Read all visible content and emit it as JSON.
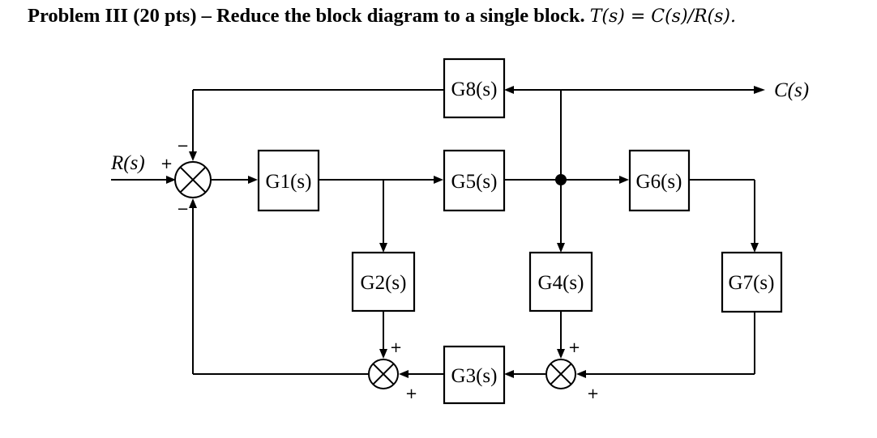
{
  "heading": {
    "text": "Problem III (20 pts) – Reduce the block diagram to a single block.",
    "formula": "T(s) = C(s)/R(s)."
  },
  "diagram": {
    "blocks": {
      "g1": "G1(s)",
      "g2": "G2(s)",
      "g3": "G3(s)",
      "g4": "G4(s)",
      "g5": "G5(s)",
      "g6": "G6(s)",
      "g7": "G7(s)",
      "g8": "G8(s)"
    },
    "input_label": "R(s)",
    "output_label": "C(s)",
    "signs": {
      "main_input": "+",
      "main_top": "−",
      "main_bottom": "−",
      "sum_left_top": "+",
      "sum_left_right": "+",
      "sum_right_top": "+",
      "sum_right_right": "+"
    }
  }
}
